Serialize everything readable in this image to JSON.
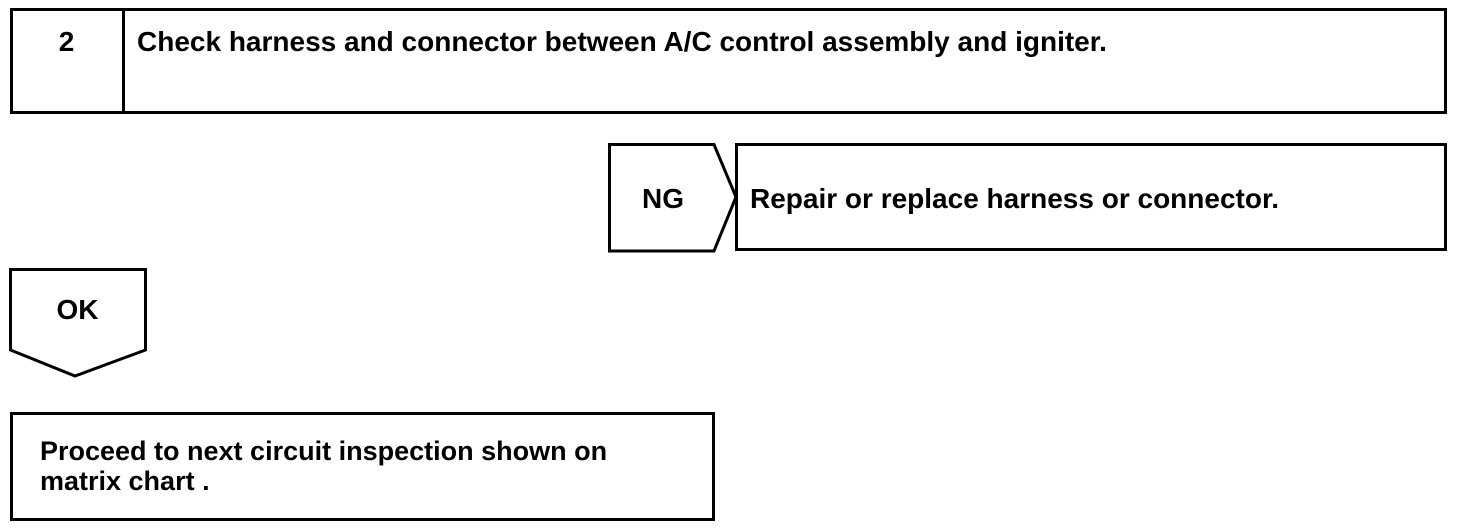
{
  "step": {
    "number": "2",
    "title": "Check harness and connector between A/C control assembly and igniter."
  },
  "ng_branch": {
    "label": "NG",
    "action": "Repair or replace harness or connector."
  },
  "ok_branch": {
    "label": "OK",
    "action_line1": "Proceed to next circuit inspection shown on",
    "action_line2": "matrix chart ."
  }
}
